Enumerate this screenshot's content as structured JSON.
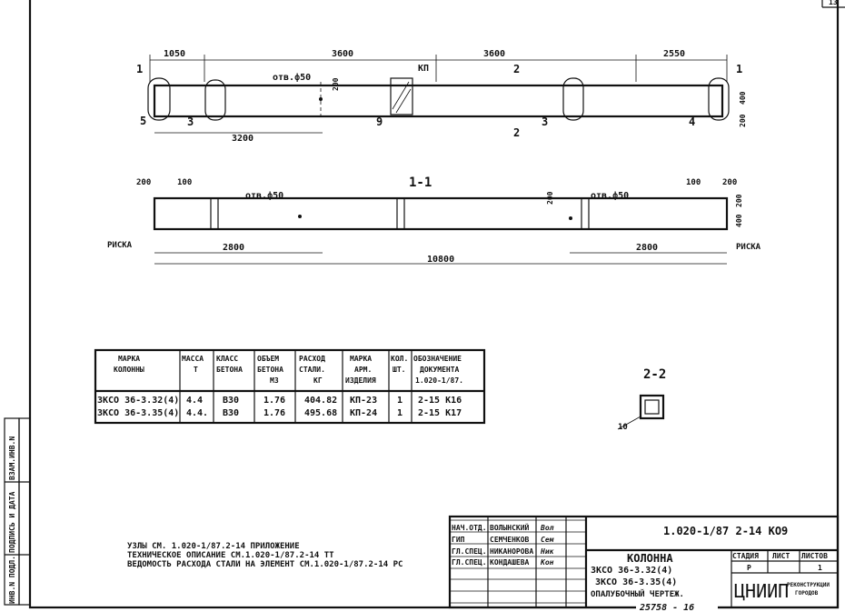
{
  "sheet_number": "13",
  "plan": {
    "dims_top": [
      "1050",
      "3600",
      "3600",
      "2550"
    ],
    "hole_label": "отв.ф50",
    "dim_200": "200",
    "kp_label": "КП",
    "section_mark_1": "1",
    "section_mark_2": "2",
    "dim_400": "400",
    "dim_200b": "200",
    "dim_bottom": "3200",
    "node_marks": [
      "5",
      "3",
      "9",
      "3",
      "4"
    ]
  },
  "section_1_1": {
    "title": "1-1",
    "dims_left": [
      "200",
      "100"
    ],
    "dims_right": [
      "100",
      "200"
    ],
    "hole_label_left": "отв.ф50",
    "hole_label_right": "отв.ф50",
    "dim_200": "200",
    "dim_200_right": "200",
    "dim_400": "400",
    "riska_left": "РИСКА",
    "riska_right": "РИСКА",
    "dim_2800_left": "2800",
    "dim_2800_right": "2800",
    "dim_total": "10800"
  },
  "section_2_2": {
    "title": "2-2",
    "mark": "10"
  },
  "table": {
    "headers": [
      [
        "МАРКА",
        "КОЛОННЫ"
      ],
      [
        "МАССА",
        "Т"
      ],
      [
        "КЛАСС",
        "БЕТОНА"
      ],
      [
        "ОБЪЕМ",
        "БЕТОНА",
        "М3"
      ],
      [
        "РАСХОД",
        "СТАЛИ.",
        "КГ"
      ],
      [
        "МАРКА",
        "АРМ.",
        "ИЗДЕЛИЯ"
      ],
      [
        "КОЛ.",
        "ШТ."
      ],
      [
        "ОБОЗНАЧЕНИЕ",
        "ДОКУМЕНТА",
        "1.020-1/87."
      ]
    ],
    "rows": [
      [
        "3КСО 36-3.32(4)",
        "4.4",
        "В30",
        "1.76",
        "404.82",
        "КП-23",
        "1",
        "2-15 К16"
      ],
      [
        "3КСО 36-3.35(4)",
        "4.4.",
        "В30",
        "1.76",
        "495.68",
        "КП-24",
        "1",
        "2-15 К17"
      ]
    ]
  },
  "notes": [
    "УЗЛЫ СМ. 1.020-1/87.2-14 ПРИЛОЖЕНИЕ",
    "ТЕХНИЧЕСКОЕ ОПИСАНИЕ СМ.1.020-1/87.2-14 ТТ",
    "ВЕДОМОСТЬ РАСХОДА СТАЛИ НА ЭЛЕМЕНТ СМ.1.020-1/87.2-14 РС"
  ],
  "side_stamp": [
    "ИНВ.N ПОДЛ.",
    "ПОДПИСЬ И ДАТА",
    "ВЗАМ.ИНВ.N"
  ],
  "title_block": {
    "code": "1.020-1/87 2-14 КО9",
    "people": [
      {
        "role": "НАЧ.ОТД.",
        "name": "ВОЛЫНСКИЙ",
        "sign": "Вол"
      },
      {
        "role": "ГИП",
        "name": "СЕМЧЕНКОВ",
        "sign": "Сем"
      },
      {
        "role": "ГЛ.СПЕЦ.",
        "name": "НИКАНОРОВА",
        "sign": "Ник"
      },
      {
        "role": "ГЛ.СПЕЦ.",
        "name": "КОНДАШЕВА",
        "sign": "Кон"
      }
    ],
    "title_lines": [
      "КОЛОННА",
      "3КСО 36-3.32(4)",
      "3КСО 36-3.35(4)",
      "ОПАЛУБОЧНЫЙ ЧЕРТЕЖ."
    ],
    "stage_header": "СТАДИЯ",
    "sheet_header": "ЛИСТ",
    "sheets_header": "ЛИСТОВ",
    "stage": "Р",
    "sheets": "1",
    "org_logo": "ЦНИИП",
    "org_name": [
      "РЕКОНСТРУКЦИИ",
      "ГОРОДОВ"
    ],
    "bottom_stamp": "25758 - 16"
  }
}
